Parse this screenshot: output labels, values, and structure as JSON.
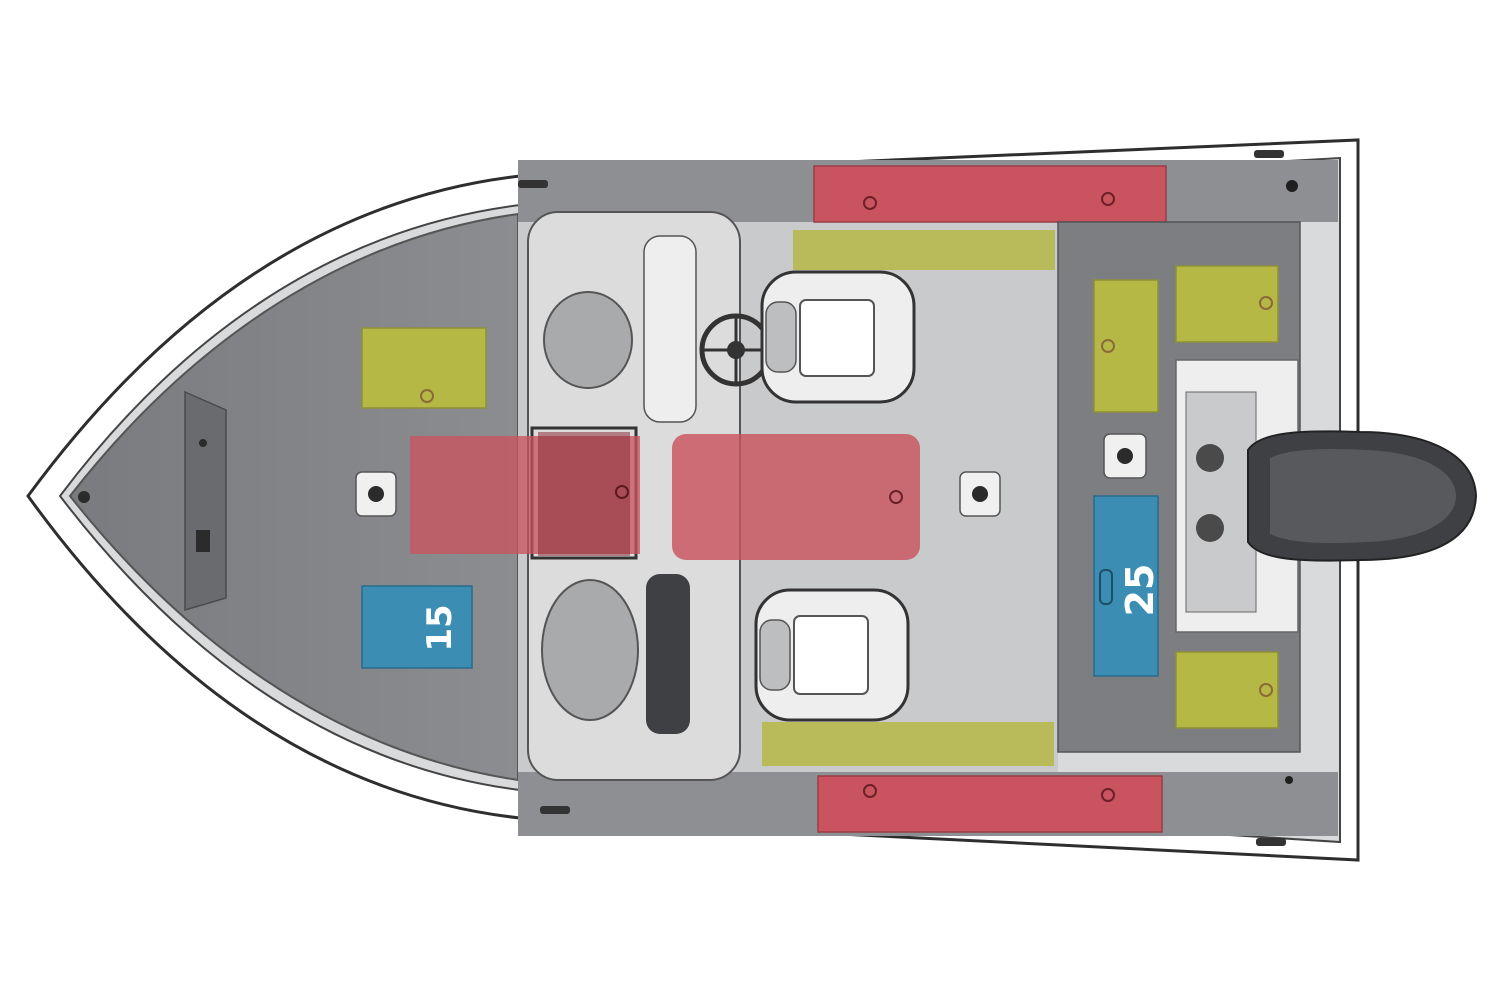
{
  "colors": {
    "background": "#ffffff",
    "hull_outline": "#2e2e2e",
    "deck_dark": "#6c6d70",
    "deck_mid": "#8e8f92",
    "deck_light": "#bdbec0",
    "floor": "#c9cacc",
    "rail": "#f2f2f2",
    "red_zone": "#c9535e",
    "red_zone_dark": "#8a2f38",
    "yellow_zone": "#b6b845",
    "blue_zone": "#3b8db3",
    "motor": "#3f4043"
  },
  "storage_zones": {
    "bow_left_compartment": {
      "category": "yellow"
    },
    "bow_right_compartment": {
      "category": "blue",
      "label": "15"
    },
    "center_walkthrough": {
      "category": "red"
    },
    "center_floor_locker": {
      "category": "red"
    },
    "port_side_locker": {
      "category": "red"
    },
    "starboard_side_locker": {
      "category": "red"
    },
    "port_rod_storage": {
      "category": "yellow"
    },
    "starboard_rod_storage": {
      "category": "yellow"
    },
    "stern_top_left": {
      "category": "yellow"
    },
    "stern_top_right": {
      "category": "yellow"
    },
    "stern_bottom_right": {
      "category": "yellow"
    },
    "livewell": {
      "category": "blue",
      "label": "25"
    }
  },
  "icons": {
    "motor": "outboard-motor-icon",
    "seat": "seat-icon",
    "steering": "steering-wheel-icon",
    "pedestal": "seat-pedestal-base-icon",
    "cleat": "cleat-icon"
  }
}
